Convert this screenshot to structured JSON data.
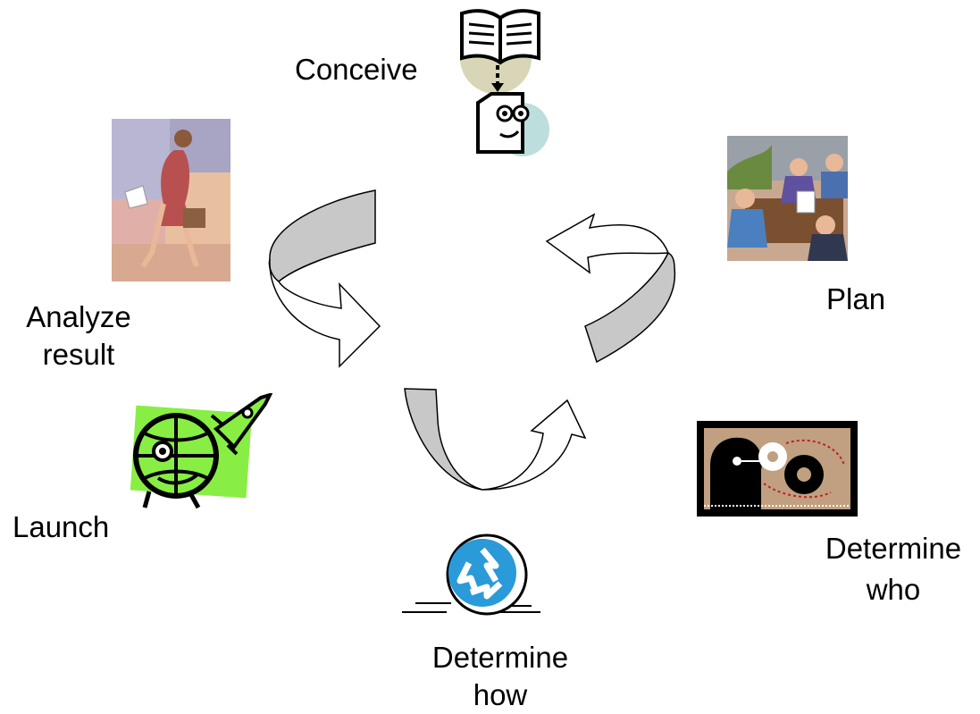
{
  "steps": {
    "conceive": "Conceive",
    "plan": "Plan",
    "determine_who": "Determine who",
    "determine_how": "Determine how",
    "launch": "Launch",
    "analyze_result": "Analyze result"
  },
  "icons": {
    "conceive": "book-to-idea-icon",
    "plan": "meeting-icon",
    "determine_who": "gears-head-icon",
    "determine_how": "recycle-icon",
    "launch": "rocket-globe-icon",
    "analyze_result": "walking-businesswoman-icon"
  },
  "colors": {
    "arrow_fill": "#c8c8c8",
    "arrow_stroke": "#000000"
  }
}
